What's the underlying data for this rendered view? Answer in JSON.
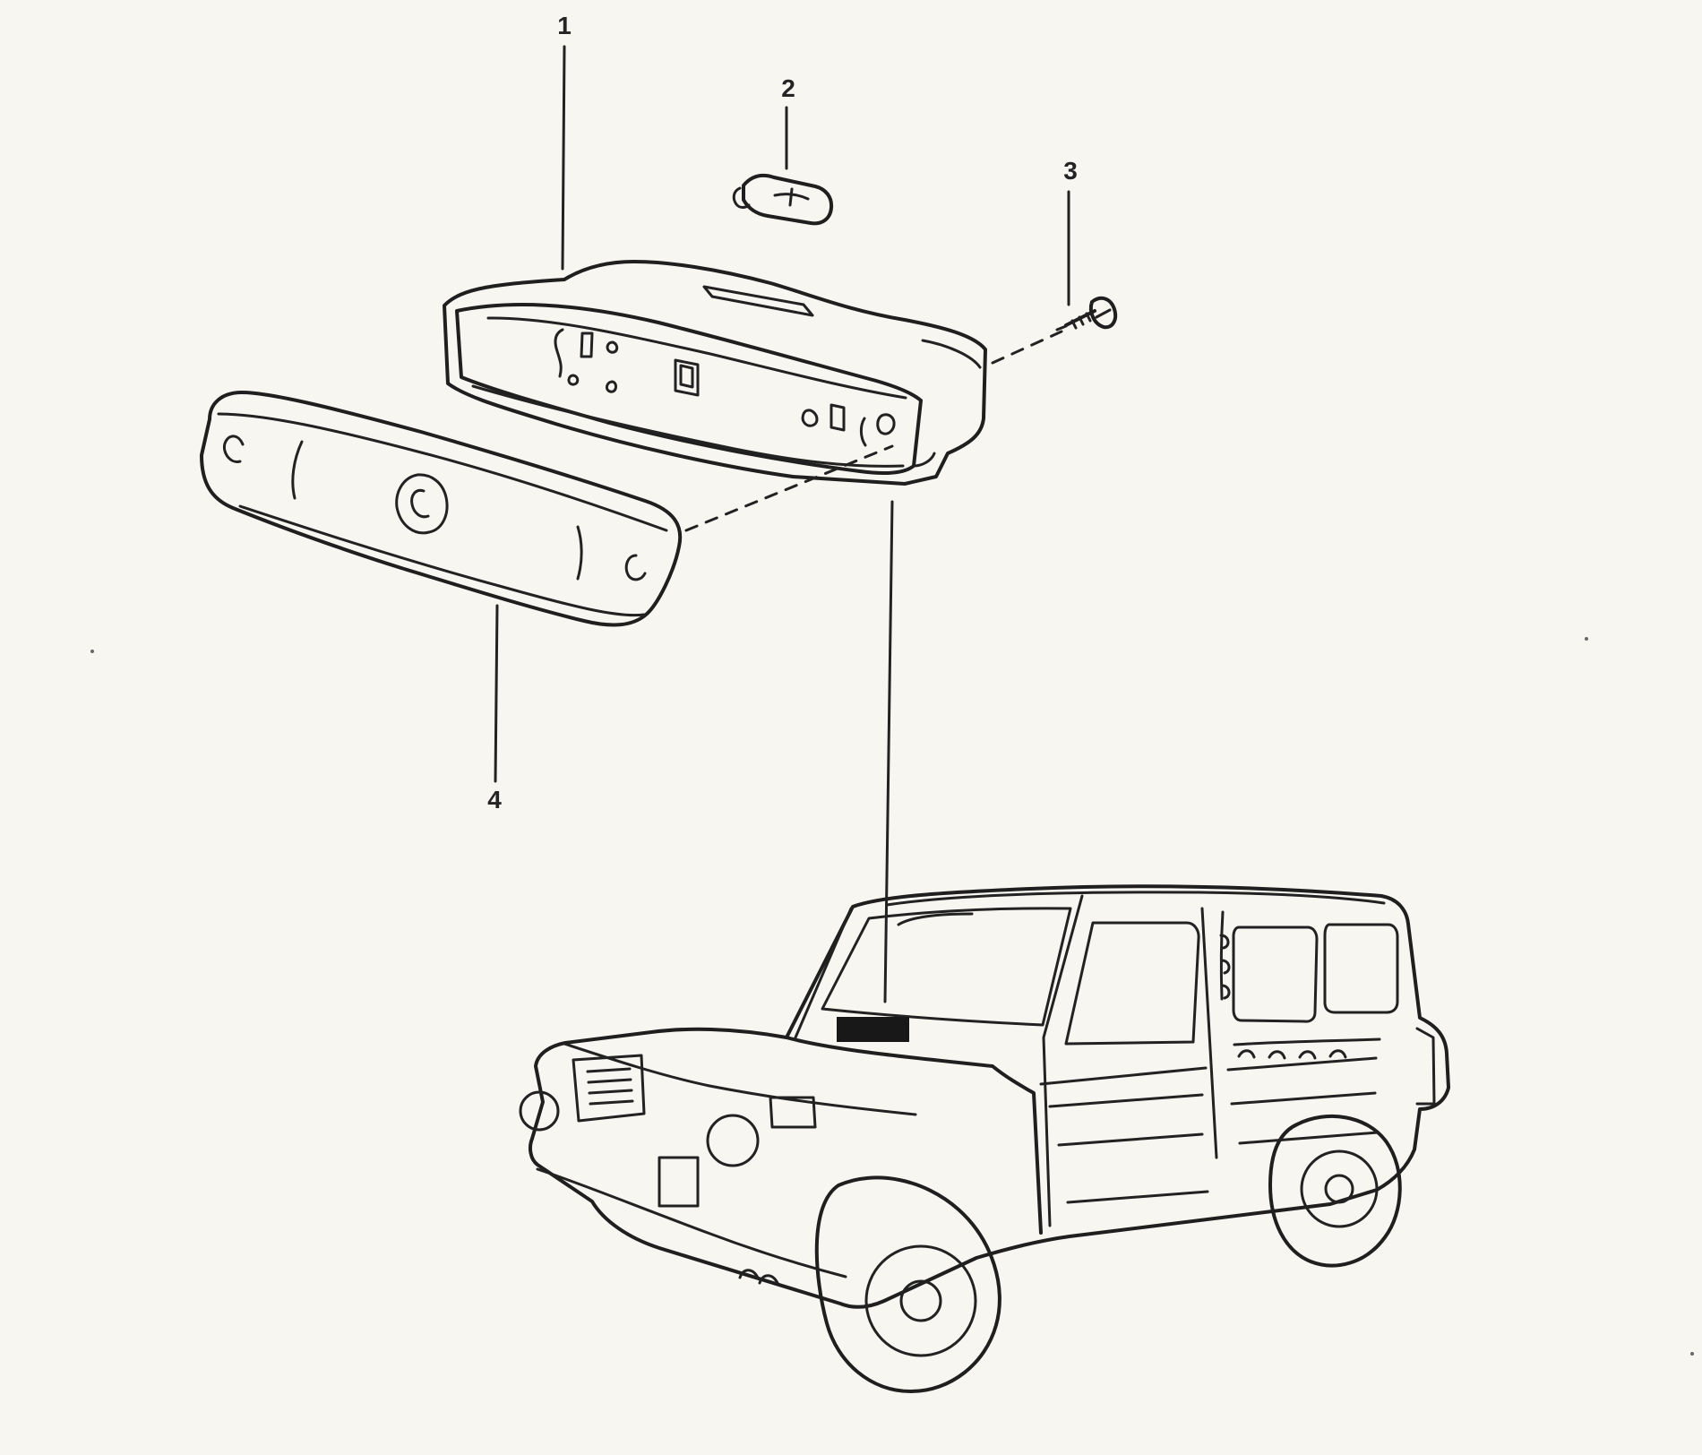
{
  "diagram": {
    "callouts": [
      {
        "id": "1",
        "label": "1"
      },
      {
        "id": "2",
        "label": "2"
      },
      {
        "id": "3",
        "label": "3"
      },
      {
        "id": "4",
        "label": "4"
      }
    ],
    "colors": {
      "paper": "#f7f6f1",
      "line": "#1f1f1f",
      "accent": "#181818"
    }
  }
}
